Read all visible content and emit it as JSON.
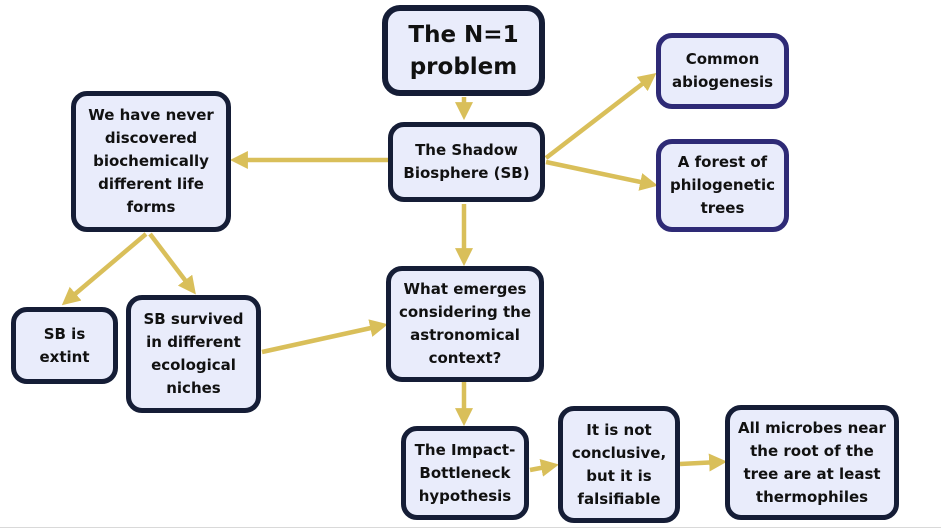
{
  "diagram": {
    "nodes": {
      "n1_problem": "The N=1\nproblem",
      "shadow_biosphere": "The Shadow\nBiosphere (SB)",
      "never_discovered": "We have never\ndiscovered\nbiochemically\ndifferent life\nforms",
      "common_abiogenesis": "Common\nabiogenesis",
      "forest_trees": "A forest of\nphilogenetic\ntrees",
      "sb_extint": "SB is\nextint",
      "sb_survived": "SB survived\nin different\necological\nniches",
      "what_emerges": "What emerges\nconsidering the\nastronomical\ncontext?",
      "impact_bottleneck": "The Impact-\nBottleneck\nhypothesis",
      "not_conclusive": "It is not\nconclusive,\nbut it is\nfalsifiable",
      "all_microbes": "All microbes near\nthe root of the\ntree are at least\nthermophiles"
    },
    "colors": {
      "node_fill": "#e9ecfb",
      "node_border": "#151d36",
      "node_border_alt": "#2e2a76",
      "arrow": "#d9bf5a"
    }
  }
}
